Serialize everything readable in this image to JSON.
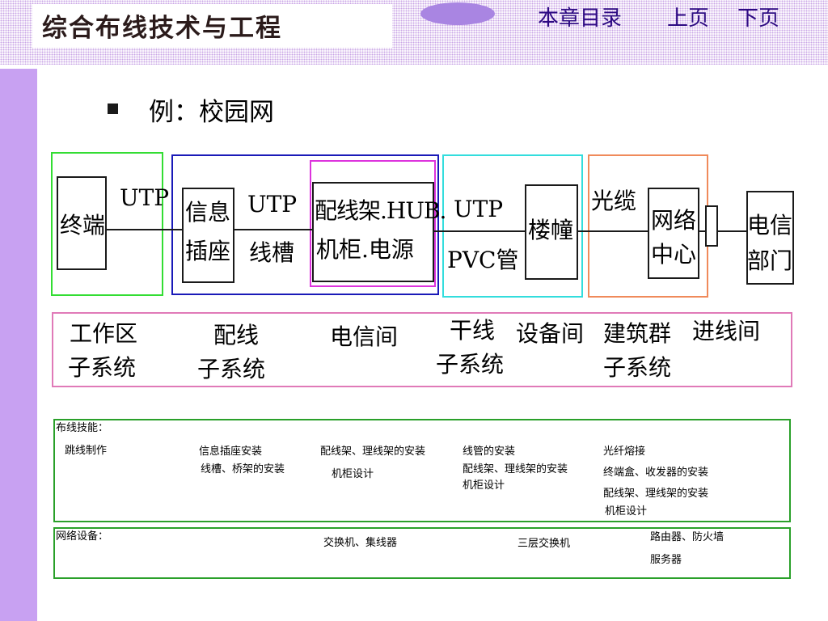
{
  "header": {
    "title": "综合布线技术与工程",
    "nav_toc": "本章目录",
    "nav_prev": "上页",
    "nav_next": "下页"
  },
  "bullet": "例：校园网",
  "diagram": {
    "terminal": "终端",
    "utp_1": "UTP",
    "outlet_1": "信息",
    "outlet_2": "插座",
    "utp_2": "UTP",
    "trough": "线槽",
    "patch_1": "配线架.HUB.",
    "patch_2": "机柜.电源",
    "utp_3": "UTP",
    "pvc": "PVC管",
    "building": "楼幢",
    "fiber": "光缆",
    "netcenter_1": "网络",
    "netcenter_2": "中心",
    "telecom_1": "电信",
    "telecom_2": "部门"
  },
  "subsystems": {
    "work_area_1": "工作区",
    "work_area_2": "子系统",
    "horizontal_1": "配线",
    "horizontal_2": "子系统",
    "telecom_room": "电信间",
    "backbone_1": "干线",
    "backbone_2": "子系统",
    "equipment_room": "设备间",
    "campus_1": "建筑群",
    "campus_2": "子系统",
    "entrance_room": "进线间"
  },
  "skills": {
    "label": "布线技能：",
    "c1": "跳线制作",
    "c2_1": "信息插座安装",
    "c2_2": "线槽、桥架的安装",
    "c3_1": "配线架、理线架的安装",
    "c3_2": "机柜设计",
    "c4_1": "线管的安装",
    "c4_2": "配线架、理线架的安装",
    "c4_3": "机柜设计",
    "c5_1": "光纤熔接",
    "c5_2": "终端盒、收发器的安装",
    "c5_3": "配线架、理线架的安装",
    "c5_4": "机柜设计"
  },
  "devices": {
    "label": "网络设备：",
    "d1": "交换机、集线器",
    "d2": "三层交换机",
    "d3_1": "路由器、防火墙",
    "d3_2": "服务器"
  },
  "colors": {
    "sidebar": "#c8a1f2",
    "nav": "#2d0a82",
    "work_area_frame": "#33dd33",
    "horizontal_frame": "#1a1ab8",
    "telecom_frame": "#dd33dd",
    "backbone_frame": "#33dddd",
    "campus_frame": "#f08a5a",
    "subsystem_frame": "#e07ab8",
    "table_frame": "#2aa02a"
  }
}
